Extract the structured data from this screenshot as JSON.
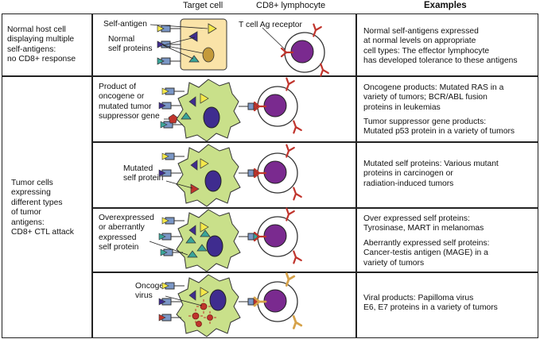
{
  "headers": {
    "target_cell": "Target cell",
    "cd8": "CD8+ lymphocyte",
    "examples": "Examples"
  },
  "left_labels": {
    "normal": [
      "Normal host cell",
      "displaying multiple",
      "self-antigens:",
      "no CD8+ response"
    ],
    "tumor": [
      "Tumor cells",
      "expressing",
      "different types",
      "of tumor",
      "antigens:",
      "CD8+ CTL attack"
    ]
  },
  "row1": {
    "self_antigen": "Self-antigen",
    "normal_self": [
      "Normal",
      "self proteins"
    ],
    "tcr": "T cell Ag receptor",
    "examples": [
      "Normal self-antigens expressed",
      "at normal levels on appropriate",
      "cell types: The effector lymphocyte",
      "has developed tolerance to these antigens"
    ]
  },
  "row2": {
    "label": [
      "Product of",
      "oncogene or",
      "mutated tumor",
      "suppressor gene"
    ],
    "examples_a": [
      "Oncogene products: Mutated RAS in a",
      "variety of tumors; BCR/ABL fusion",
      "proteins in leukemias"
    ],
    "examples_b": [
      "Tumor suppressor gene products:",
      "Mutated p53 protein in a variety of tumors"
    ]
  },
  "row3": {
    "label": [
      "Mutated",
      "self protein"
    ],
    "examples": [
      "Mutated self proteins: Various mutant",
      "proteins in carcinogen or",
      "radiation-induced tumors"
    ]
  },
  "row4": {
    "label": [
      "Overexpressed",
      "or aberrantly",
      "expressed",
      "self protein"
    ],
    "examples_a": [
      "Over expressed self proteins:",
      "Tyrosinase, MART in melanomas"
    ],
    "examples_b": [
      "Aberrantly expressed self proteins:",
      "Cancer-testis antigen (MAGE) in a",
      "variety of tumors"
    ]
  },
  "row5": {
    "label": [
      "Oncogenic",
      "virus"
    ],
    "examples": [
      "Viral products: Papilloma virus",
      "E6, E7 proteins in a variety of tumors"
    ]
  },
  "colors": {
    "tumor_fill": "#c9e08a",
    "normal_fill": "#fae3a8",
    "nucleus": "#3f2c8f",
    "lymph_nucleus": "#7a2a8f",
    "receptor": "#c0342c",
    "mhc": "#7b97c6",
    "viral_receptor": "#d6a24a"
  }
}
